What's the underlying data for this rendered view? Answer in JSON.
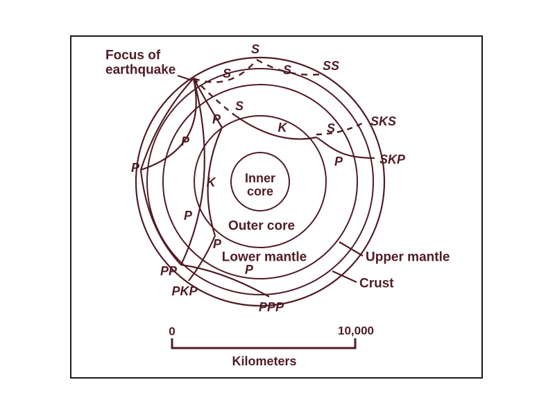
{
  "figure": {
    "title_note": "Seismic wave paths through Earth's interior",
    "focus": {
      "line1": "Focus of",
      "line2": "earthquake"
    },
    "layers": {
      "inner_core_line1": "Inner",
      "inner_core_line2": "core",
      "outer_core": "Outer core",
      "lower_mantle": "Lower mantle",
      "upper_mantle": "Upper mantle",
      "crust": "Crust"
    },
    "phases": {
      "s_top": "S",
      "s_leg1": "S",
      "s_leg2": "S",
      "ss": "SS",
      "s_sks_mantle": "S",
      "p_near_focus": "P",
      "k_right": "K",
      "s_after_core": "S",
      "sks": "SKS",
      "p_skp_leg": "P",
      "skp": "SKP",
      "k_left": "K",
      "p_far_left": "P",
      "p_lens": "P",
      "p_deep": "P",
      "p_lower_mantle_1": "P",
      "p_lower_mantle_2": "P",
      "pp": "PP",
      "pkp": "PKP",
      "ppp": "PPP"
    },
    "scale": {
      "start": "0",
      "end": "10,000",
      "unit": "Kilometers"
    },
    "colors": {
      "ink": "#4f1c24",
      "frame": "#1a1a1a",
      "background": "#ffffff"
    }
  }
}
